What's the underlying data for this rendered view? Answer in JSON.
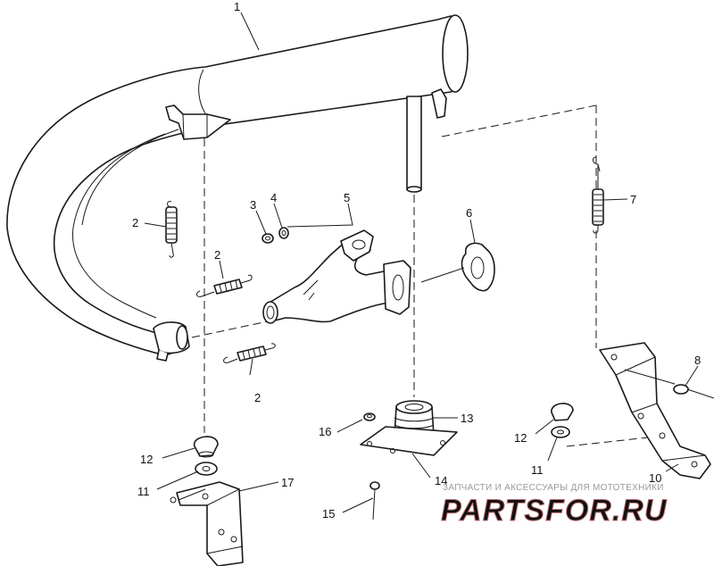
{
  "callouts": [
    {
      "id": "c1",
      "label": "1"
    },
    {
      "id": "c2a",
      "label": "2"
    },
    {
      "id": "c2b",
      "label": "2"
    },
    {
      "id": "c2c",
      "label": "2"
    },
    {
      "id": "c3",
      "label": "3"
    },
    {
      "id": "c4",
      "label": "4"
    },
    {
      "id": "c5",
      "label": "5"
    },
    {
      "id": "c6",
      "label": "6"
    },
    {
      "id": "c7",
      "label": "7"
    },
    {
      "id": "c8",
      "label": "8"
    },
    {
      "id": "c10",
      "label": "10"
    },
    {
      "id": "c11a",
      "label": "11"
    },
    {
      "id": "c11b",
      "label": "11"
    },
    {
      "id": "c12a",
      "label": "12"
    },
    {
      "id": "c12b",
      "label": "12"
    },
    {
      "id": "c13",
      "label": "13"
    },
    {
      "id": "c14",
      "label": "14"
    },
    {
      "id": "c15",
      "label": "15"
    },
    {
      "id": "c16",
      "label": "16"
    },
    {
      "id": "c17",
      "label": "17"
    }
  ],
  "watermark": {
    "tagline": "ЗАПЧАСТИ И АКСЕССУАРЫ ДЛЯ МОТОТЕХНИКИ",
    "logo_text": "PARTSFOR.RU",
    "logo_color": "#e8a0a0"
  }
}
